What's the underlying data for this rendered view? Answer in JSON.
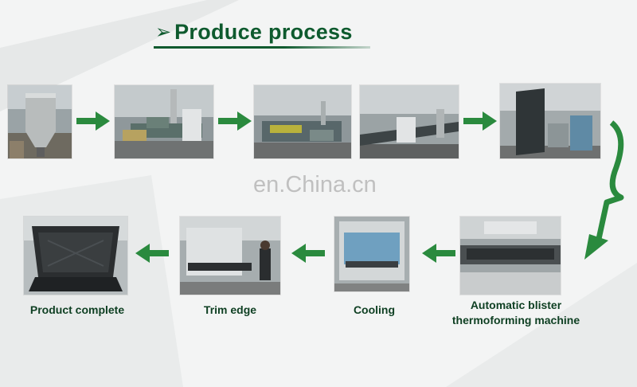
{
  "title": {
    "arrow": "➢",
    "text": "Produce process"
  },
  "watermark": "en.China.cn",
  "steps": [
    {
      "label": "Product complete"
    },
    {
      "label": "Trim edge"
    },
    {
      "label": "Cooling"
    },
    {
      "label_line1": "Automatic blister",
      "label_line2": "thermoforming machine"
    }
  ],
  "colors": {
    "accent_green": "#0e5a2e",
    "arrow_green": "#2a8a3e",
    "label_text": "#0e3f22"
  }
}
